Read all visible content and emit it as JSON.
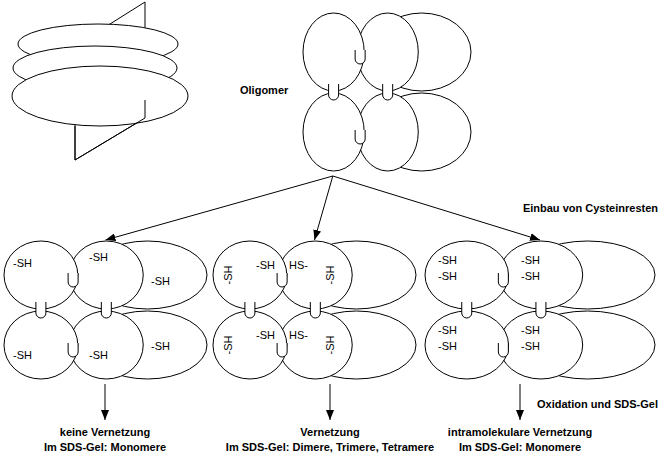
{
  "diagram": {
    "nodes": [
      {
        "text": [
          "Oligomer"
        ]
      },
      {
        "text": [
          "-SH",
          "-SH",
          "-SH",
          "-SH",
          "-SH",
          "-SH"
        ]
      },
      {
        "text": [
          "-SH",
          "-SH",
          "HS-",
          "-SH",
          "-SH",
          "-SH",
          "HS-",
          "-SH"
        ]
      },
      {
        "text": [
          "-SH",
          "-SH",
          "-SH",
          "-SH",
          "-SH",
          "-SH",
          "-SH",
          "-SH"
        ]
      }
    ],
    "edges": [
      {
        "from": 0,
        "to": 1,
        "arrow": "to"
      },
      {
        "from": 0,
        "to": 2,
        "arrow": "to"
      },
      {
        "from": 0,
        "to": 3,
        "arrow": "to"
      }
    ],
    "labels": [
      "Einbau von Cysteinresten",
      "Oxidation und SDS-Gel",
      "keine Vernetzung",
      "Im SDS-Gel: Monomere",
      "Vernetzung",
      "Im SDS-Gel: Dimere, Trimere, Tetramere",
      "intramolekulare Vernetzung",
      "Im SDS-Gel: Monomere"
    ]
  }
}
